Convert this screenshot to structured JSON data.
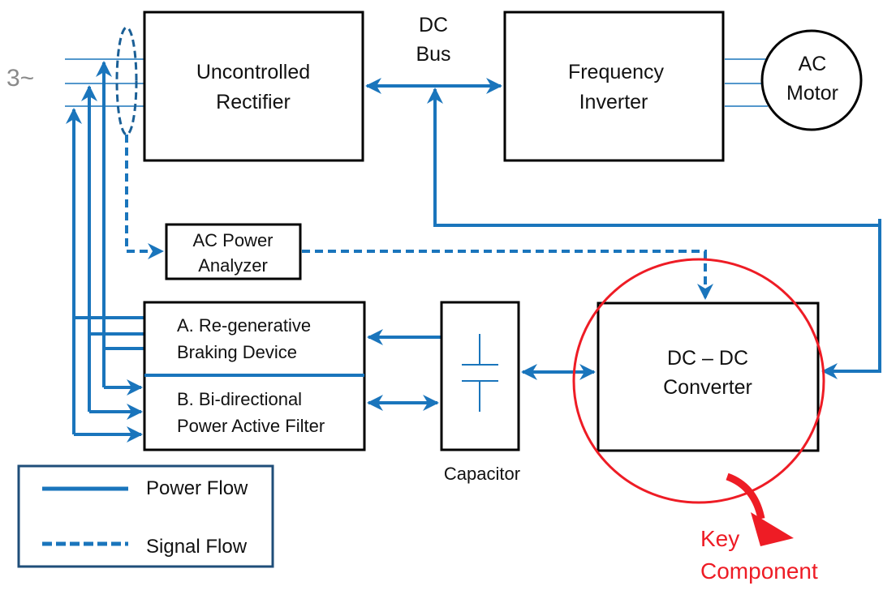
{
  "diagram": {
    "source_label": "3~",
    "dc_bus_label": [
      "DC",
      "Bus"
    ],
    "blocks": {
      "rectifier": [
        "Uncontrolled",
        "Rectifier"
      ],
      "inverter": [
        "Frequency",
        "Inverter"
      ],
      "motor": [
        "AC",
        "Motor"
      ],
      "analyzer": [
        "AC Power",
        "Analyzer"
      ],
      "regen_a": [
        "A. Re-generative",
        "Braking Device"
      ],
      "filter_b": [
        "B. Bi-directional",
        "Power Active Filter"
      ],
      "capacitor": "Capacitor",
      "dcdc": [
        "DC – DC",
        "Converter"
      ]
    },
    "highlight": {
      "label": [
        "Key",
        "Component"
      ],
      "color": "#ee1c25"
    },
    "legend": {
      "power": "Power Flow",
      "signal": "Signal Flow"
    },
    "colors": {
      "flow": "#1a75bc",
      "box": "#000000"
    }
  }
}
